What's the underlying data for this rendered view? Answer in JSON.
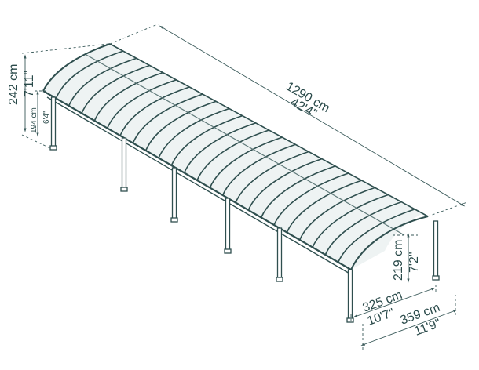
{
  "colors": {
    "frame": "#2f4f4f",
    "dimension": "#3a5a5a",
    "text": "#2a4a4a",
    "roof_fill": "#eef3f3"
  },
  "dimensions": {
    "length_cm": "1290 cm",
    "length_ft": "42'4\"",
    "total_height_cm": "242 cm",
    "total_height_ft": "7'11\"",
    "eave_height_cm": "194 cm",
    "eave_height_ft": "6'4\"",
    "end_height_cm": "219 cm",
    "end_height_ft": "7'2\"",
    "inner_width_cm": "325 cm",
    "inner_width_ft": "10'7\"",
    "outer_width_cm": "359 cm",
    "outer_width_ft": "11'9\""
  }
}
